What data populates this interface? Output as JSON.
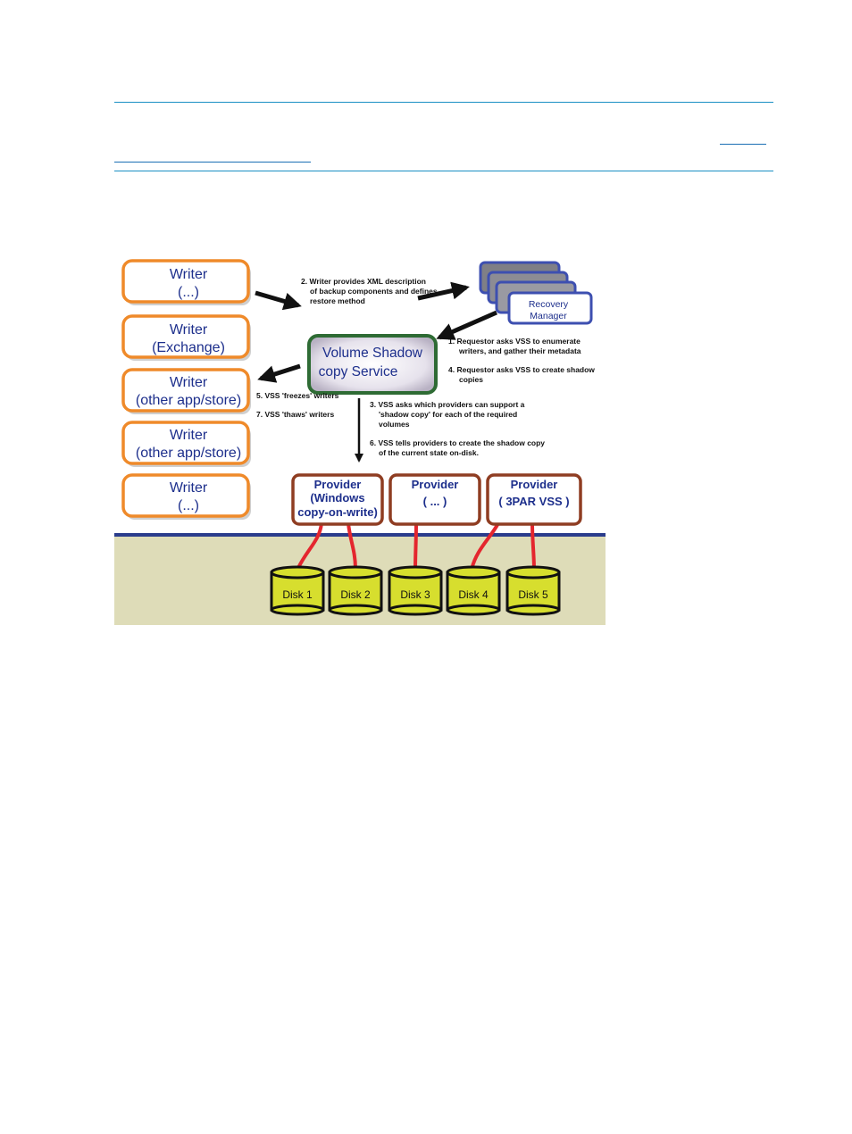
{
  "diagram": {
    "writers": [
      {
        "line1": "Writer",
        "line2": "(...)"
      },
      {
        "line1": "Writer",
        "line2": "(Exchange)"
      },
      {
        "line1": "Writer",
        "line2": "(other app/store)"
      },
      {
        "line1": "Writer",
        "line2": "(other app/store)"
      },
      {
        "line1": "Writer",
        "line2": "(...)"
      }
    ],
    "recovery_manager": {
      "line1": "Recovery",
      "line2": "Manager"
    },
    "vss": {
      "line1": "Volume Shadow",
      "line2": "copy Service"
    },
    "notes": {
      "step2": [
        "2. Writer provides XML description",
        "of backup components and defines",
        "restore method"
      ],
      "step1": [
        "1. Requestor asks VSS to enumerate",
        "writers, and gather their metadata"
      ],
      "step4": [
        "4. Requestor asks VSS to create shadow",
        "copies"
      ],
      "step5": "5. VSS 'freezes' writers",
      "step7": "7.  VSS 'thaws' writers",
      "step3": [
        "3. VSS asks which providers can support a",
        "'shadow copy' for each of the required",
        "volumes"
      ],
      "step6": [
        "6. VSS tells providers to create the shadow copy",
        "of the current state on-disk."
      ]
    },
    "providers": [
      {
        "line1": "Provider",
        "line2": "(Windows",
        "line3": "copy-on-write)"
      },
      {
        "line1": "Provider",
        "line2": "( ... )",
        "line3": ""
      },
      {
        "line1": "Provider",
        "line2": "( 3PAR VSS )",
        "line3": ""
      }
    ],
    "disks": [
      "Disk 1",
      "Disk 2",
      "Disk 3",
      "Disk 4",
      "Disk 5"
    ],
    "colors": {
      "writer_border": "#ef8a2a",
      "provider_border": "#8f3d22",
      "vss_border": "#2e6b34",
      "rm_border": "#3d4fb0",
      "disk_fill": "#d7de2e",
      "wire": "#e4262e",
      "storage_bg": "#dedcb8",
      "storage_line": "#2a3c8c"
    }
  }
}
